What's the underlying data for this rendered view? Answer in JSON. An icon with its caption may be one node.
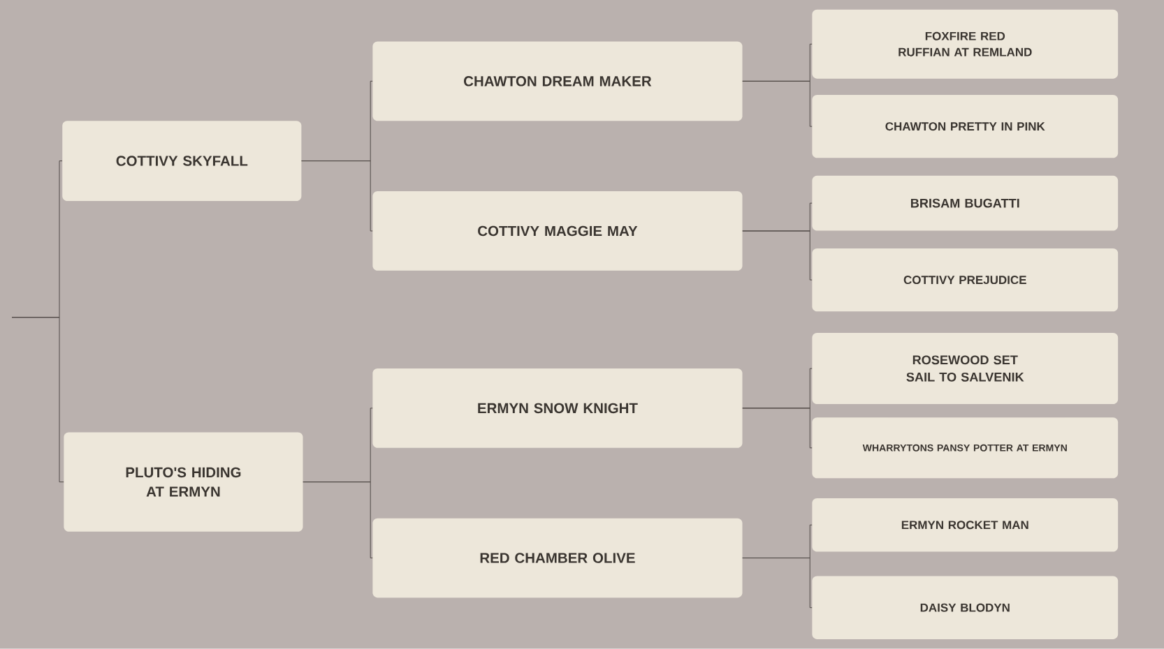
{
  "diagram": {
    "nodes": [
      {
        "text": [
          "COTTIVY SKYFALL"
        ]
      },
      {
        "text": [
          "CHAWTON DREAM MAKER"
        ]
      },
      {
        "text": [
          "FOXFIRE RED RUFFIAN AT REMLAND"
        ]
      },
      {
        "text": [
          "CHAWTON PRETTY IN PINK"
        ]
      },
      {
        "text": [
          "COTTIVY MAGGIE MAY"
        ]
      },
      {
        "text": [
          "BRISAM BUGATTI"
        ]
      },
      {
        "text": [
          "COTTIVY PREJUDICE"
        ]
      },
      {
        "text": [
          "PLUTO'S HIDING AT ERMYN"
        ]
      },
      {
        "text": [
          "ERMYN SNOW KNIGHT"
        ]
      },
      {
        "text": [
          "ROSEWOOD SET SAIL TO SALVENIK"
        ]
      },
      {
        "text": [
          "WHARRYTONS PANSY POTTER AT ERMYN"
        ]
      },
      {
        "text": [
          "RED CHAMBER OLIVE"
        ]
      },
      {
        "text": [
          "ERMYN ROCKET MAN"
        ]
      },
      {
        "text": [
          "DAISY BLODYN"
        ]
      }
    ],
    "edges": [
      {
        "from": null,
        "to": 0,
        "arrow": "none"
      },
      {
        "from": null,
        "to": 7,
        "arrow": "none"
      },
      {
        "from": 0,
        "to": 1,
        "arrow": "none"
      },
      {
        "from": 0,
        "to": 4,
        "arrow": "none"
      },
      {
        "from": 1,
        "to": 2,
        "arrow": "none"
      },
      {
        "from": 1,
        "to": 3,
        "arrow": "none"
      },
      {
        "from": 4,
        "to": 5,
        "arrow": "none"
      },
      {
        "from": 4,
        "to": 6,
        "arrow": "none"
      },
      {
        "from": 7,
        "to": 8,
        "arrow": "none"
      },
      {
        "from": 7,
        "to": 11,
        "arrow": "none"
      },
      {
        "from": 8,
        "to": 9,
        "arrow": "none"
      },
      {
        "from": 8,
        "to": 10,
        "arrow": "none"
      },
      {
        "from": 11,
        "to": 12,
        "arrow": "none"
      },
      {
        "from": 11,
        "to": 13,
        "arrow": "none"
      }
    ]
  }
}
